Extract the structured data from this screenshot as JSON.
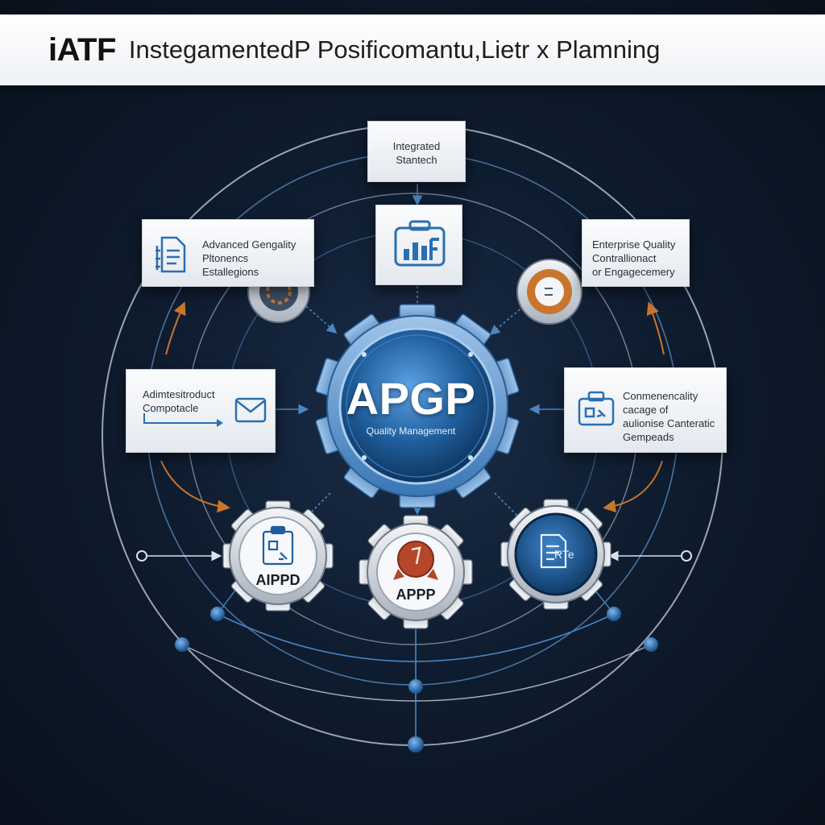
{
  "header": {
    "brand": "iATF",
    "title": "InstegamentedP Posificomantu,Lietr x Plamning"
  },
  "hub": {
    "title": "APGP",
    "subtitle": "Quality Management"
  },
  "cards": {
    "top": {
      "line1": "Integrated",
      "line2": "Stantech"
    },
    "left_upper": {
      "line1": "Advanced Gengality",
      "line2": "Pltonencs",
      "line3": "Estallegions"
    },
    "right_upper": {
      "line1": "Enterprise Quality",
      "line2": "Contrallionact",
      "line3": "or Engagecemery"
    },
    "left_mid": {
      "line1": "Adimtesitroduct",
      "line2": "Compotacle"
    },
    "right_mid": {
      "line1": "Conmenencality",
      "line2": "cacage of",
      "line3": "aulionise Canteratic",
      "line4": "Gempeads"
    }
  },
  "gears": {
    "left": {
      "label": "AIPPD"
    },
    "middle": {
      "label": "APPP"
    },
    "right": {
      "label": "RTe"
    }
  },
  "colors": {
    "primary_blue": "#1f5e9c",
    "accent_orange": "#c9752e",
    "background": "#0f1d30"
  },
  "icons": {
    "top_card": "bar-chart-icon",
    "left_upper_card": "document-icon",
    "left_mid_card": "envelope-icon",
    "right_mid_card": "toolbox-icon",
    "left_gear": "clipboard-icon",
    "middle_gear": "alert-badge-icon",
    "right_gear": "document-icon"
  }
}
